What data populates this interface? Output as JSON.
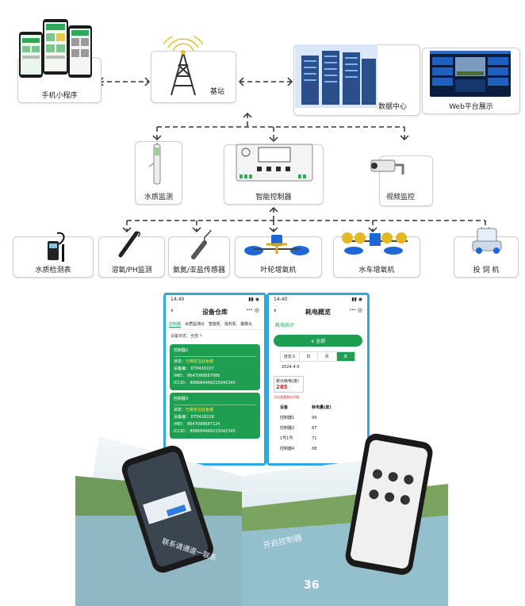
{
  "top_row": {
    "mobile": "手机小程序",
    "tower": "基站",
    "datacenter": "数据中心",
    "web": "Web平台展示"
  },
  "middle_row": {
    "water_quality": "水质监测",
    "controller": "智能控制器",
    "video": "视频监控"
  },
  "bottom_row": {
    "detector": "水质检测表",
    "do_ph": "溶氧/PH监测",
    "ammonia": "氨氮/亚盐传感器",
    "impeller": "叶轮增氧机",
    "waterwheel": "水车增氧机",
    "feeder": "投 饲 机"
  },
  "phone1": {
    "time": "14:40",
    "title": "设备仓库",
    "tabs": [
      "控制器",
      "水质监测仪",
      "智能机",
      "投料机",
      "摄像头"
    ],
    "filter": "设备状态：全部",
    "cards": [
      {
        "name": "控制器2",
        "status_label": "状态：",
        "status": "已绑定在此鱼塘",
        "sn": "设备编：  DT0416107",
        "imei": "IMEI：  8647098687086",
        "iccid": "ICCID：  8986844A9215042345"
      },
      {
        "name": "控制器3",
        "status_label": "状态：",
        "status": "已绑定在此鱼塘",
        "sn": "设备编：  DT0416218",
        "imei": "IMEI：  8647098687124",
        "iccid": "ICCID：  8986844A9215042345"
      }
    ]
  },
  "phone2": {
    "time": "14:40",
    "title": "耗电概览",
    "subtitle": "耗电统计",
    "button": "∨ 全部",
    "segments": [
      "自定义",
      "日",
      "月",
      "年"
    ],
    "date": "2024-4-5",
    "total_label": "累计耗电(度)",
    "total_value": "285",
    "hint": "点击查看耗电详情",
    "table_headers": [
      "设备",
      "耗电量(度)"
    ],
    "rows": [
      [
        "控制器1",
        "99"
      ],
      [
        "控制器2",
        "67"
      ],
      [
        "1号1号",
        "71"
      ],
      [
        "控制器4",
        "68"
      ]
    ]
  },
  "photo_overlay": {
    "left_text": "联系请通道一联系",
    "right_text": "开启控制器",
    "corner": "36"
  }
}
